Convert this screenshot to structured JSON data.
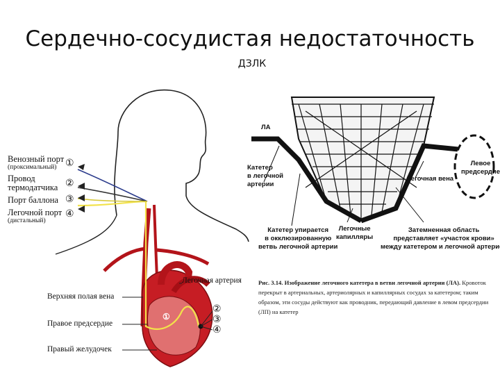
{
  "title": "Сердечно-сосудистая недостаточность",
  "subtitle": "ДЗЛК",
  "left_diagram": {
    "ports": [
      {
        "label": "Венозный порт",
        "sub": "(проксимальный)",
        "num": "①"
      },
      {
        "label": "Провод",
        "sub": "термодатчика",
        "num": "②"
      },
      {
        "label": "Порт баллона",
        "sub": "",
        "num": "③"
      },
      {
        "label": "Легочной порт",
        "sub": "(дистальный)",
        "num": "④"
      }
    ],
    "heart_labels": {
      "pulmonary_artery": "Легочная артерия",
      "svc": "Верхняя полая вена",
      "right_atrium": "Правое предсердие",
      "right_ventricle": "Правый желудочек"
    },
    "heart_nums": [
      "①",
      "②",
      "③",
      "④"
    ],
    "colors": {
      "vessel": "#b3141a",
      "heart_light": "#e07070",
      "cath_yellow": "#f2e24a",
      "cath_blue": "#2c3c8c"
    }
  },
  "right_diagram": {
    "la_label": "ЛА",
    "catheter_label": "Катетер\nв легочной\nартерии",
    "left_atrium": "Левое\nпредсердие",
    "pulmonary_vein": "Легочная вена",
    "wedged": "Катетер упирается\nв окклюзированную\nветвь легочной артерии",
    "capillaries": "Легочные\nкапилляры",
    "shaded": "Затемненная область\nпредставляет «участок крови»\nмежду катетером и легочной артерией",
    "caption_bold": "Рис. 3.14. Изображение легочного катетера в ветви легочной артерии (ЛА).",
    "caption_text": " Кровоток перекрыт в артериальных, артериолярных и капиллярных сосудах за катетером; таким образом, эти сосуды действуют как проводник, передающий давление в левом предсердии (ЛП) на катетер"
  }
}
